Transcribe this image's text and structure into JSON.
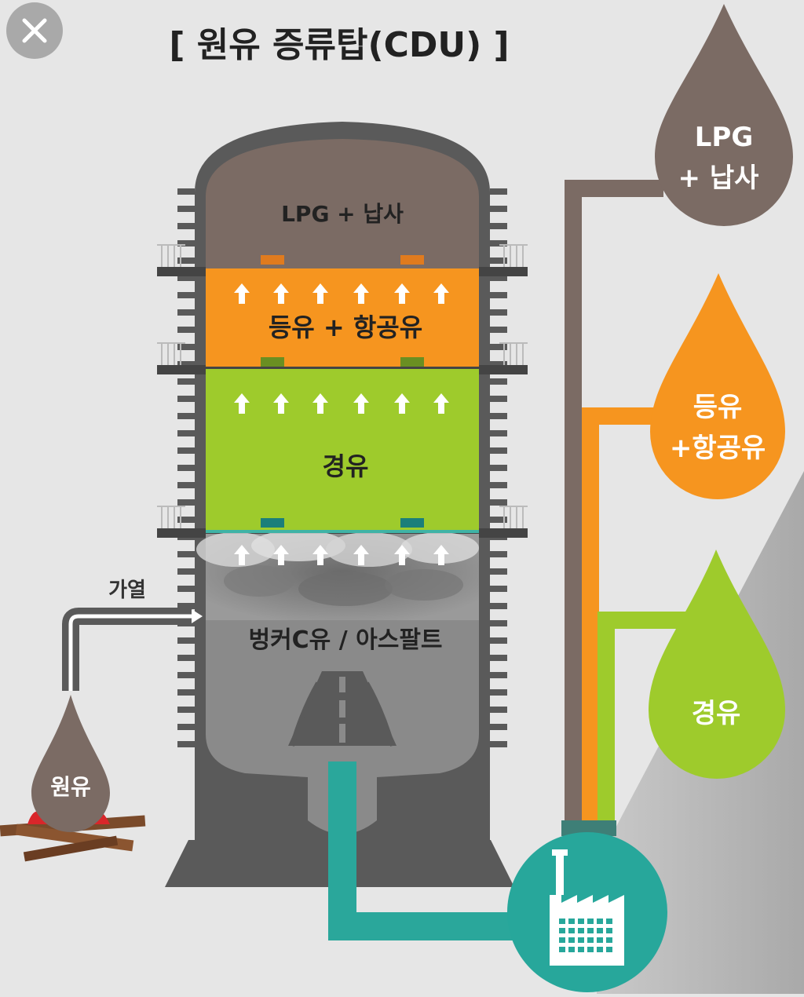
{
  "title": "[ 원유 증류탑(CDU) ]",
  "close_icon": "close-icon",
  "tower": {
    "layers": [
      {
        "id": "lpg",
        "label": "LPG + 납사",
        "color": "#7b6b64"
      },
      {
        "id": "kerosene",
        "label": "등유 + 항공유",
        "color": "#f6951f"
      },
      {
        "id": "diesel",
        "label": "경유",
        "color": "#9ecb2c"
      },
      {
        "id": "bunker",
        "label": "벙커C유 / 아스팔트",
        "color": "#8a8a8a"
      }
    ]
  },
  "heat_label": "가열",
  "crude_label": "원유",
  "drops": [
    {
      "id": "lpg",
      "line1": "LPG",
      "line2": "+ 납사",
      "color": "#7b6b64"
    },
    {
      "id": "kerosene",
      "line1": "등유",
      "line2": "+항공유",
      "color": "#f6951f"
    },
    {
      "id": "diesel",
      "line1": "경유",
      "line2": "",
      "color": "#9ecb2c"
    }
  ],
  "colors": {
    "background": "#e6e6e6",
    "tower_body": "#5a5a5a",
    "pipe_teal": "#2aa79b",
    "factory": "#27a79b"
  }
}
